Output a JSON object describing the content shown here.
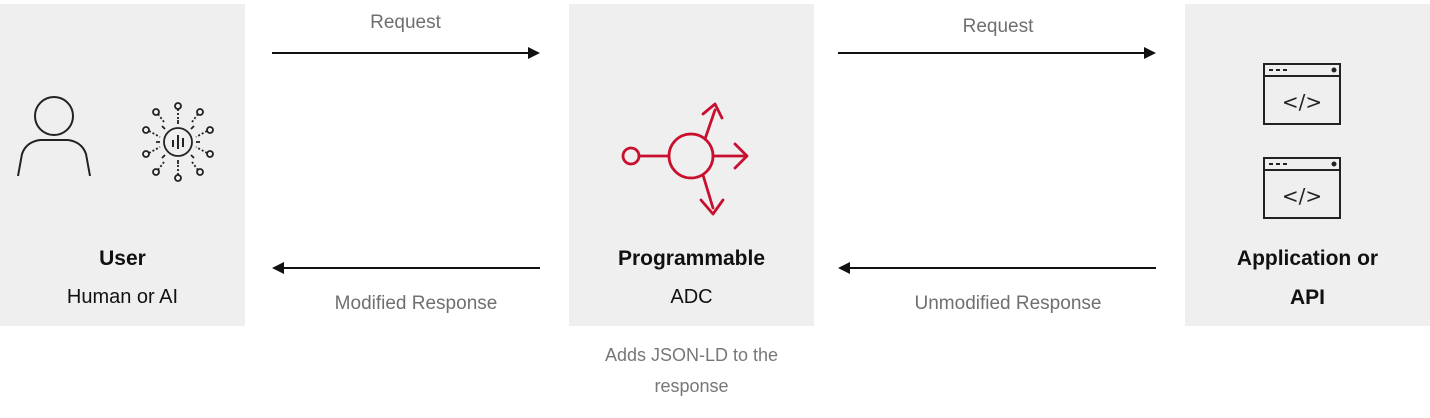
{
  "user": {
    "title": "User",
    "subtitle": "Human or AI",
    "icons": [
      "person-icon",
      "ai-network-icon"
    ]
  },
  "adc": {
    "title": "Programmable",
    "subtitle": "ADC",
    "note_line1": "Adds JSON-LD to the",
    "note_line2": "response",
    "icon": "adc-routing-icon",
    "accent": "#c8102e"
  },
  "app": {
    "title_line1": "Application or",
    "title_line2": "API",
    "icons": [
      "code-window-icon",
      "code-window-icon"
    ]
  },
  "flows": {
    "request_1": "Request",
    "request_2": "Request",
    "response_1": "Modified Response",
    "response_2": "Unmodified Response"
  }
}
